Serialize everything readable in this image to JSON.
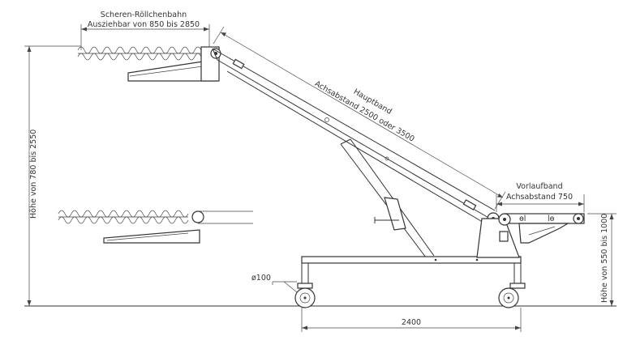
{
  "labels": {
    "scissor_title": "Scheren-Röllchenbahn",
    "scissor_range": "Ausziehbar von 850 bis 2850",
    "main_title": "Hauptband",
    "main_range": "Achsabstand 2500 oder 3500",
    "feed_title": "Vorlaufband",
    "feed_range": "Achsabstand 750",
    "wheel_dia": "ø100",
    "total_height": "Höhe von 780 bis 2550",
    "feed_height": "Höhe von 550 bis 1000",
    "base_length": "2400"
  },
  "colors": {
    "line": "#333333",
    "background": "#ffffff"
  }
}
